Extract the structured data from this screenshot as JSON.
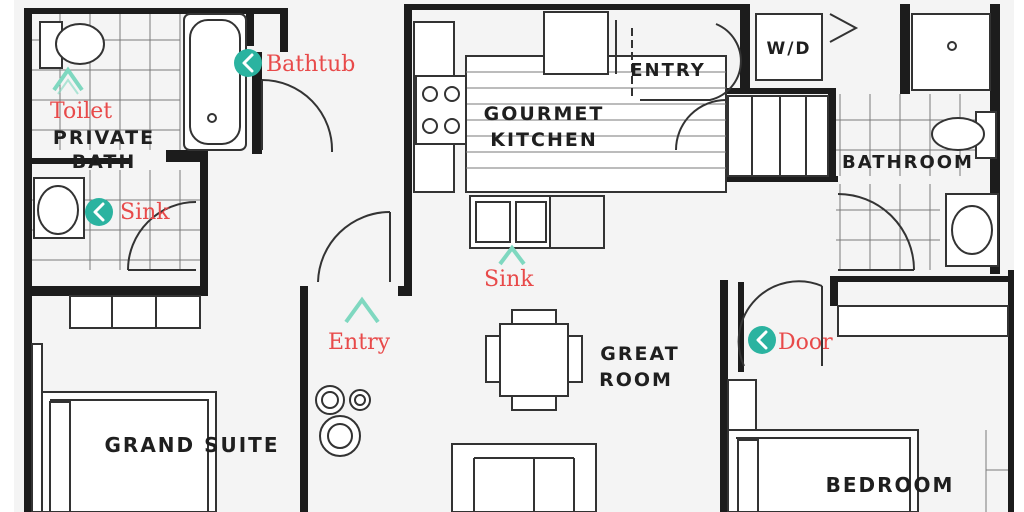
{
  "rooms": {
    "private_bath_line1": "Private",
    "private_bath_line2": "Bath",
    "kitchen_line1": "Gourmet",
    "kitchen_line2": "Kitchen",
    "entry_room": "Entry",
    "wd": "W/D",
    "bathroom": "Bathroom",
    "great_room_line1": "Great",
    "great_room_line2": "Room",
    "grand_suite": "Grand Suite",
    "bedroom": "Bedroom"
  },
  "annotations": [
    {
      "id": "toilet",
      "label": "Toilet",
      "marker": "chevron-up-icon"
    },
    {
      "id": "bathtub",
      "label": "Bathtub",
      "marker": "circle-chevron-left-icon"
    },
    {
      "id": "sink-bath",
      "label": "Sink",
      "marker": "circle-chevron-left-icon"
    },
    {
      "id": "sink-kitchen",
      "label": "Sink",
      "marker": "chevron-up-icon"
    },
    {
      "id": "entry",
      "label": "Entry",
      "marker": "chevron-up-icon"
    },
    {
      "id": "door",
      "label": "Door",
      "marker": "circle-chevron-left-icon"
    }
  ],
  "colors": {
    "annotation_text": "#e84a4a",
    "marker_fill": "#2bb3a0",
    "marker_outline": "#7fd8c0",
    "wall": "#1c1c1c"
  }
}
